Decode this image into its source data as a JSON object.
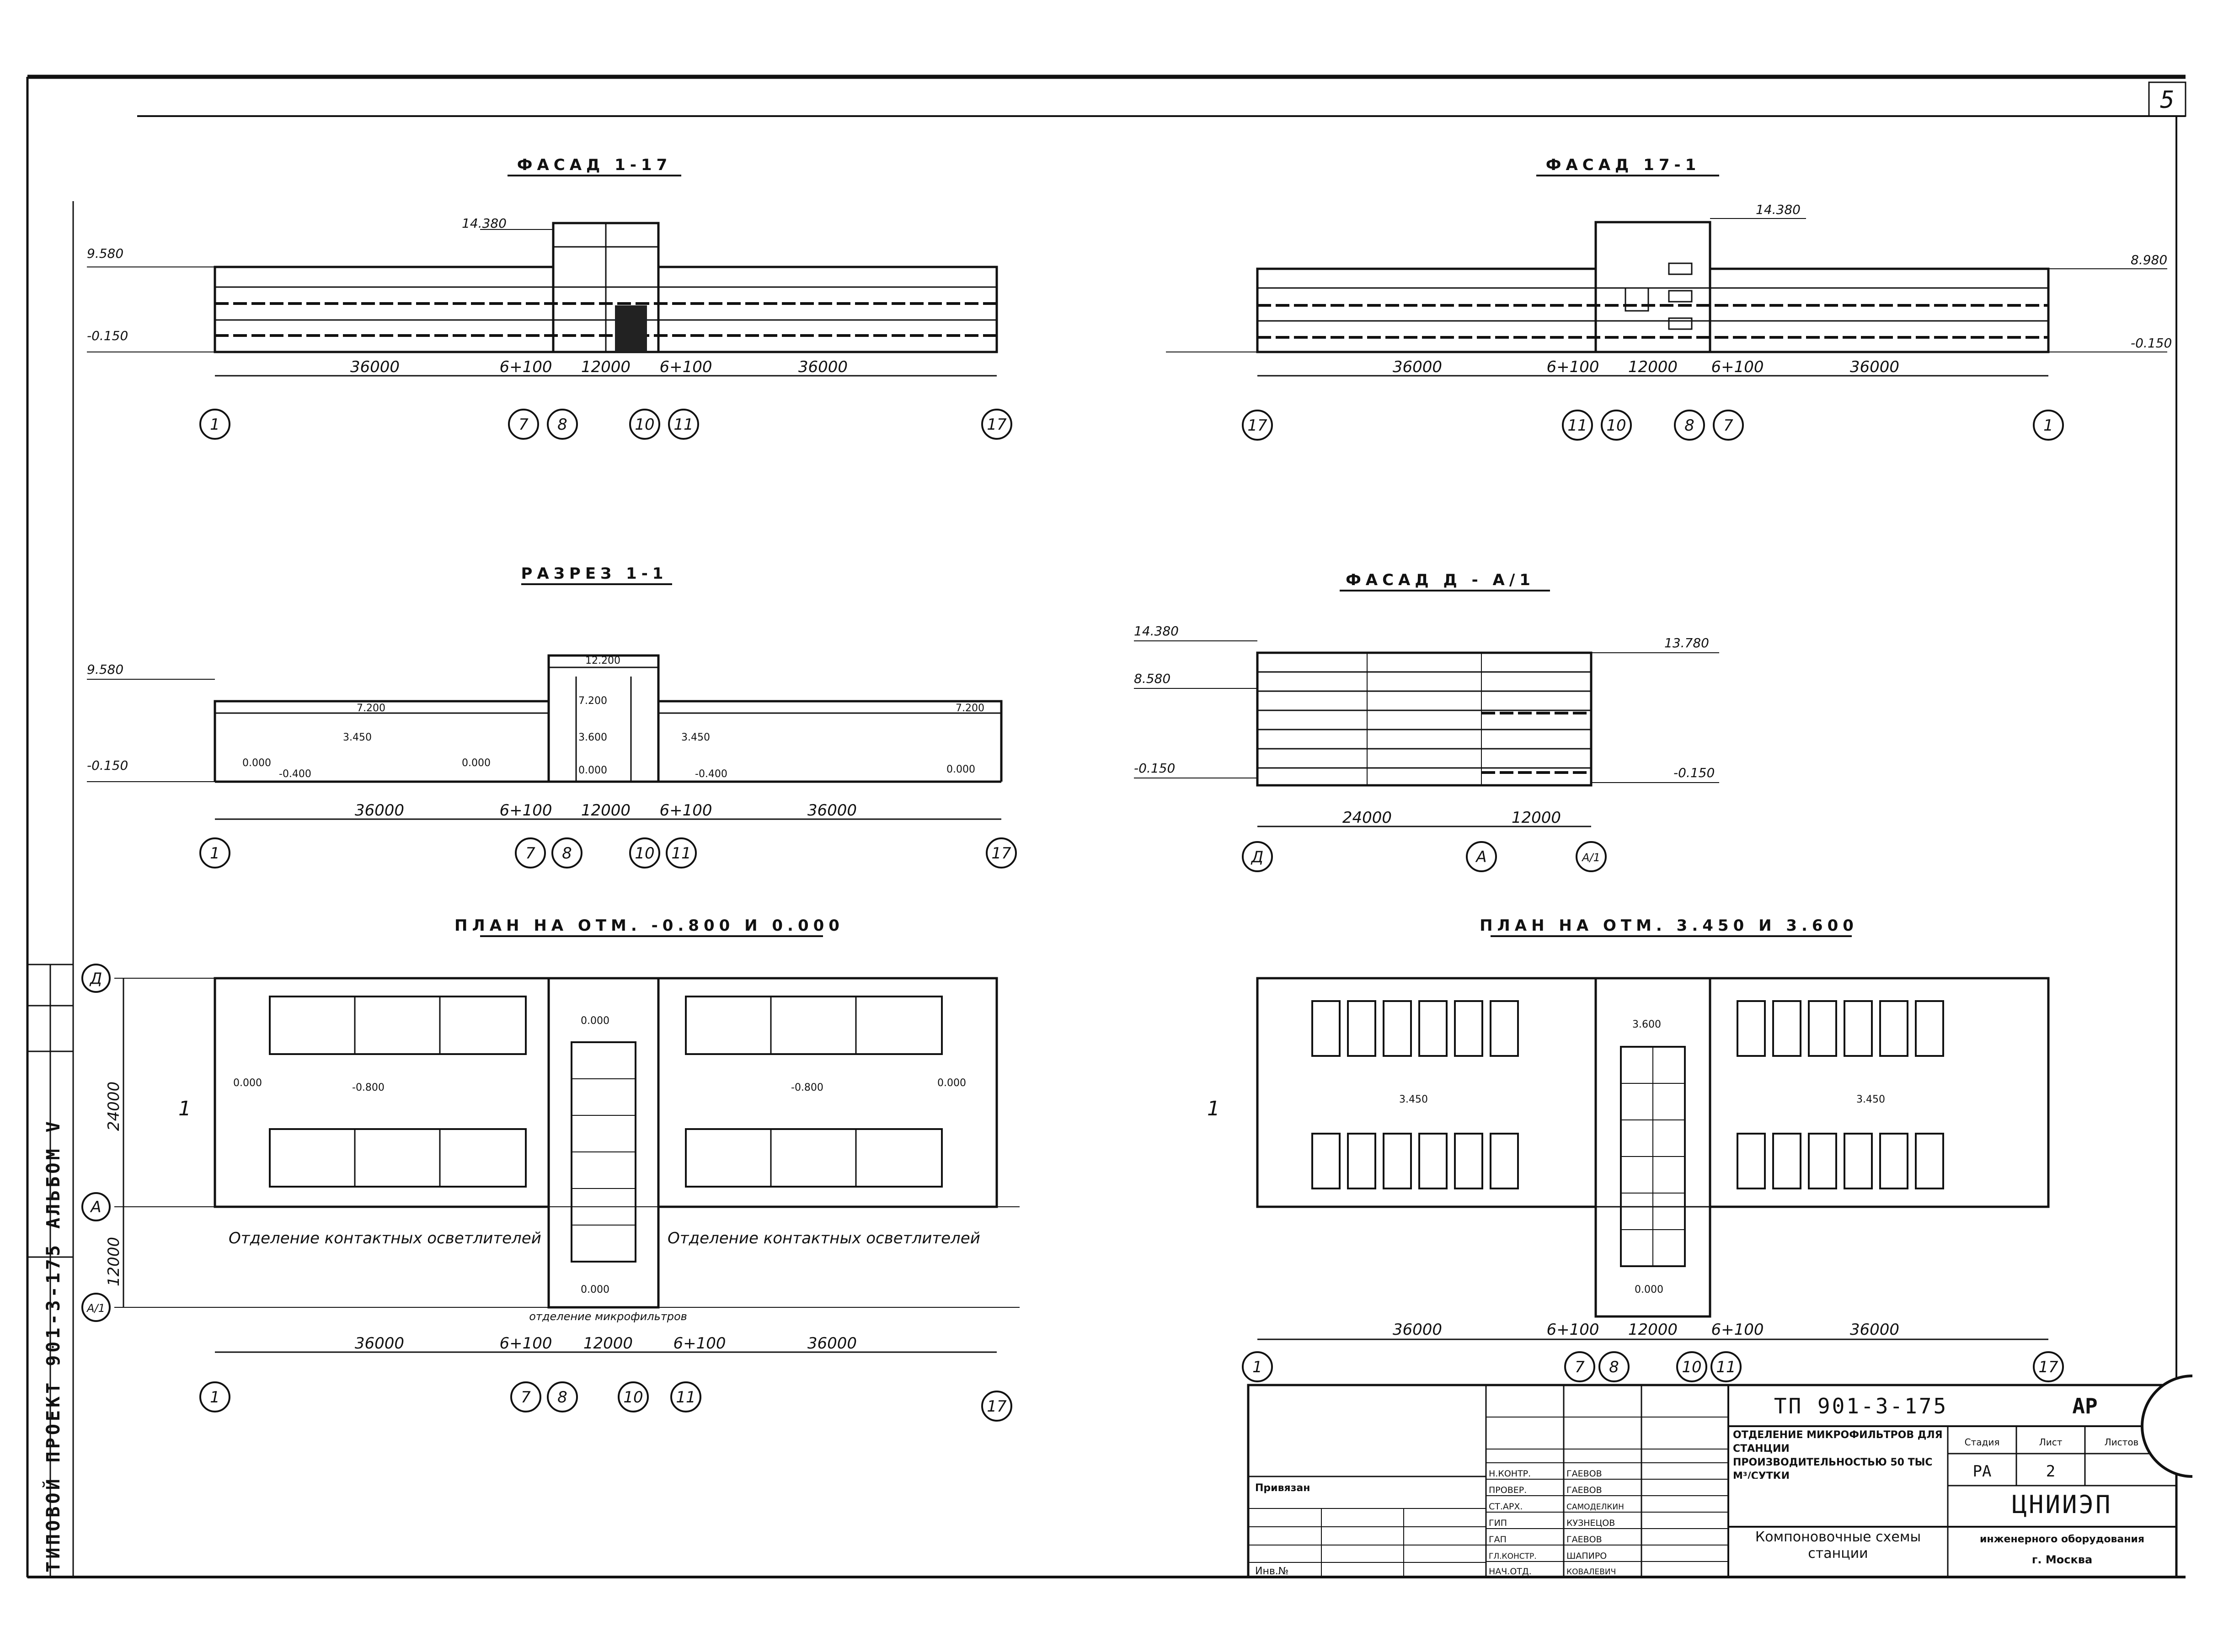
{
  "sheet": {
    "sheet_number": "5",
    "side_label": "ТИПОВОЙ ПРОЕКТ 901-3-175    АЛЬБОМ V"
  },
  "views": {
    "facade_1_17": {
      "title": "ФАСАД 1-17",
      "elev_top": "14.380",
      "elev_mid": "9.580",
      "elev_ground": "-0.150",
      "dim_left": "36000",
      "dim_core_left": "6+100",
      "dim_core": "12000",
      "dim_core_right": "6+100",
      "dim_right": "36000",
      "axes": [
        "1",
        "7",
        "8",
        "10",
        "11",
        "17"
      ]
    },
    "facade_17_1": {
      "title": "ФАСАД 17-1",
      "elev_top": "14.380",
      "elev_mid": "8.980",
      "elev_ground": "-0.150",
      "dim_left": "36000",
      "dim_core_left": "6+100",
      "dim_core": "12000",
      "dim_core_right": "6+100",
      "dim_right": "36000",
      "axes": [
        "17",
        "11",
        "10",
        "8",
        "7",
        "1"
      ]
    },
    "section_1_1": {
      "title": "РАЗРЕЗ 1-1",
      "elev_mid": "9.580",
      "elev_ground": "-0.150",
      "inner_levels": [
        "12.200",
        "7.200",
        "3.600",
        "0.000",
        "7.200",
        "3.450",
        "0.000",
        "-0.400",
        "0.000",
        "3.450",
        "-0.400",
        "0.000",
        "7.200"
      ],
      "dim_left": "36000",
      "dim_core_left": "6+100",
      "dim_core": "12000",
      "dim_core_right": "6+100",
      "dim_right": "36000",
      "axes": [
        "1",
        "7",
        "8",
        "10",
        "11",
        "17"
      ]
    },
    "facade_d_a1": {
      "title": "ФАСАД Д - А/1",
      "elev_top": "14.380",
      "elev_mid": "8.580",
      "elev_ground": "-0.150",
      "elev_right_top": "13.780",
      "elev_right_ground": "-0.150",
      "dim_left": "24000",
      "dim_right": "12000",
      "axes": [
        "Д",
        "А",
        "А/1"
      ]
    },
    "plan_0": {
      "title": "ПЛАН НА ОТМ. -0.800 И 0.000",
      "room_label_left": "Отделение контактных осветлителей",
      "room_label_right": "Отделение контактных осветлителей",
      "room_label_core": "отделение микрофильтров",
      "levels": [
        "0.000",
        "-0.800",
        "0.000",
        "-0.800",
        "0.000",
        "0.000"
      ],
      "dim_vertical_top": "24000",
      "dim_vertical_bottom": "12000",
      "dim_left": "36000",
      "dim_core_left": "6+100",
      "dim_core": "12000",
      "dim_core_right": "6+100",
      "dim_right": "36000",
      "axes": [
        "1",
        "7",
        "8",
        "10",
        "11",
        "17"
      ],
      "row_axes": [
        "Д",
        "А",
        "А/1"
      ],
      "cut_mark": "1"
    },
    "plan_3": {
      "title": "ПЛАН НА ОТМ. 3.450 И 3.600",
      "levels": [
        "3.600",
        "3.450",
        "3.450",
        "0.000"
      ],
      "dim_left": "36000",
      "dim_core_left": "6+100",
      "dim_core": "12000",
      "dim_core_right": "6+100",
      "dim_right": "36000",
      "axes": [
        "1",
        "7",
        "8",
        "10",
        "11",
        "17"
      ],
      "cut_mark": "1"
    }
  },
  "title_block": {
    "project_code": "ТП 901-3-175",
    "stage_code": "АР",
    "tied_label": "Привязан",
    "inv_label": "Инв.№",
    "roles": [
      "Н.КОНТР.",
      "ПРОВЕР.",
      "СТ.АРХ.",
      "ГИП",
      "ГАП",
      "ГЛ.КОНСТР.",
      "НАЧ.ОТД."
    ],
    "names": [
      "ГАЕВОВ",
      "ГАЕВОВ",
      "САМОДЕЛКИН",
      "КУЗНЕЦОВ",
      "ГАЕВОВ",
      "ШАПИРО",
      "КОВАЛЕВИЧ"
    ],
    "description": "ОТДЕЛЕНИЕ МИКРОФИЛЬТРОВ ДЛЯ СТАНЦИИ ПРОИЗВОДИТЕЛЬНОСТЬЮ 50 ТЫС М³/СУТКИ",
    "sheet_name": "Компоновочные схемы станции",
    "stage_header": "Стадия",
    "sheet_header": "Лист",
    "sheets_header": "Листов",
    "stage": "РА",
    "sheet": "2",
    "org_name": "ЦНИИЭП",
    "org_sub": "инженерного оборудования",
    "org_city": "г. Москва"
  }
}
